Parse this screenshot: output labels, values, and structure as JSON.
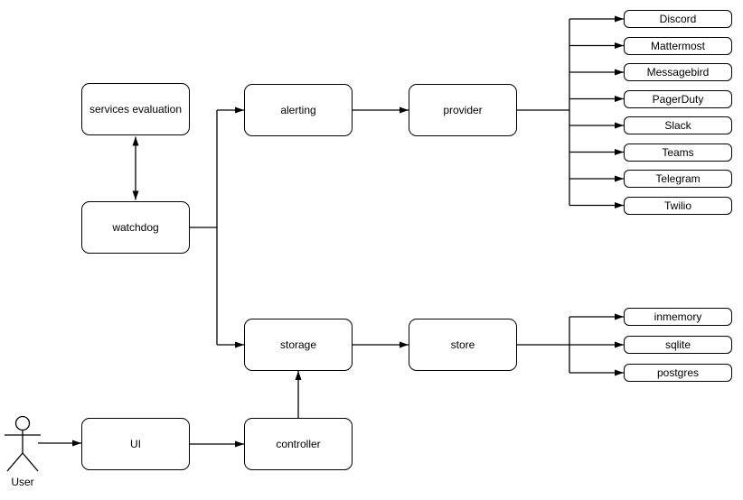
{
  "diagram": {
    "colors": {
      "stroke": "#000000",
      "background": "#ffffff",
      "text": "#000000"
    },
    "nodes": {
      "services_evaluation": "services evaluation",
      "watchdog": "watchdog",
      "alerting": "alerting",
      "provider": "provider",
      "storage": "storage",
      "store": "store",
      "ui": "UI",
      "controller": "controller"
    },
    "providers": [
      "Discord",
      "Mattermost",
      "Messagebird",
      "PagerDuty",
      "Slack",
      "Teams",
      "Telegram",
      "Twilio"
    ],
    "stores": [
      "inmemory",
      "sqlite",
      "postgres"
    ],
    "actor": {
      "label": "User"
    },
    "edges": [
      {
        "from": "services evaluation",
        "to": "watchdog",
        "arrows": "both"
      },
      {
        "from": "watchdog",
        "to": "alerting"
      },
      {
        "from": "watchdog",
        "to": "storage"
      },
      {
        "from": "alerting",
        "to": "provider"
      },
      {
        "from": "provider",
        "to": "Discord"
      },
      {
        "from": "provider",
        "to": "Mattermost"
      },
      {
        "from": "provider",
        "to": "Messagebird"
      },
      {
        "from": "provider",
        "to": "PagerDuty"
      },
      {
        "from": "provider",
        "to": "Slack"
      },
      {
        "from": "provider",
        "to": "Teams"
      },
      {
        "from": "provider",
        "to": "Telegram"
      },
      {
        "from": "provider",
        "to": "Twilio"
      },
      {
        "from": "storage",
        "to": "store"
      },
      {
        "from": "store",
        "to": "inmemory"
      },
      {
        "from": "store",
        "to": "sqlite"
      },
      {
        "from": "store",
        "to": "postgres"
      },
      {
        "from": "controller",
        "to": "storage"
      },
      {
        "from": "UI",
        "to": "controller"
      },
      {
        "from": "User",
        "to": "UI"
      }
    ]
  }
}
